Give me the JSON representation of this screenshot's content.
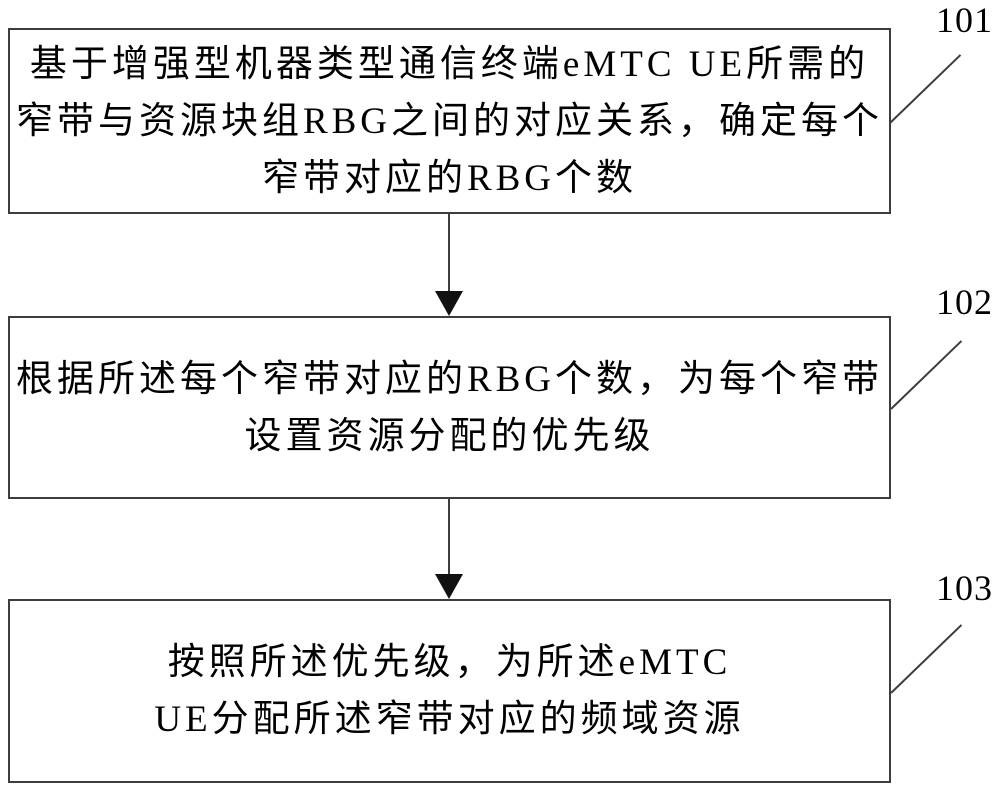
{
  "figure": {
    "type": "flowchart",
    "steps": [
      {
        "label": "101",
        "lines": [
          "基于增强型机器类型通信终端eMTC UE所需的",
          "窄带与资源块组RBG之间的对应关系，确定每个",
          "窄带对应的RBG个数"
        ]
      },
      {
        "label": "102",
        "lines": [
          "根据所述每个窄带对应的RBG个数，为每个窄带",
          "设置资源分配的优先级"
        ]
      },
      {
        "label": "103",
        "lines": [
          "按照所述优先级，为所述eMTC",
          "UE分配所述窄带对应的频域资源"
        ]
      }
    ],
    "colors": {
      "background": "#ffffff",
      "box_border": "#3d3d3d",
      "arrow": "#111111",
      "text": "#000000"
    }
  }
}
